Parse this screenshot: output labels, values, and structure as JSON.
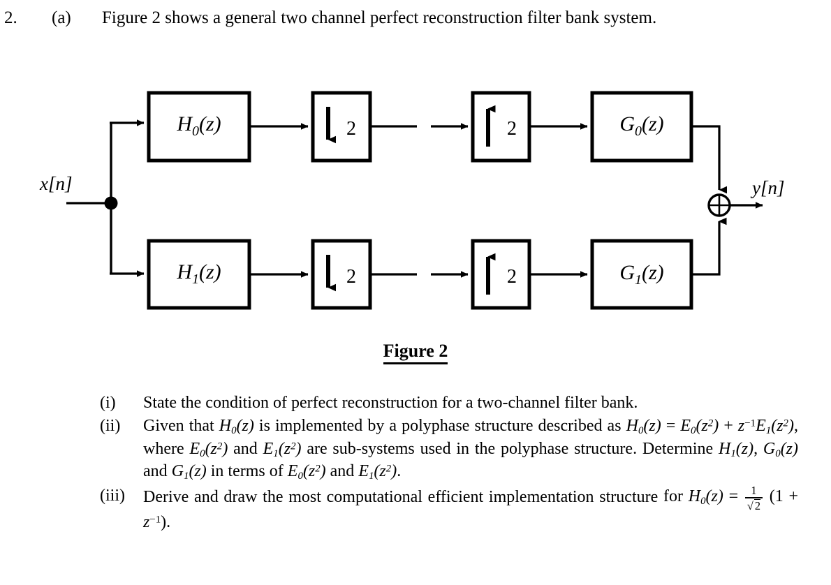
{
  "header": {
    "question_number": "2.",
    "part_label": "(a)",
    "prompt": "Figure 2 shows a general two channel perfect reconstruction filter bank system."
  },
  "figure": {
    "caption": "Figure 2",
    "input_signal": "x[n]",
    "output_signal": "y[n]",
    "adder_symbol": "⊕",
    "branch_node": "split-node",
    "blocks": [
      {
        "id": "h0",
        "label": "H",
        "subscript": "0",
        "arg": "(z)",
        "row": "top",
        "kind": "filter"
      },
      {
        "id": "d0",
        "label": "2",
        "arrow": "down",
        "row": "top",
        "kind": "downsampler"
      },
      {
        "id": "u0",
        "label": "2",
        "arrow": "up",
        "row": "top",
        "kind": "upsampler"
      },
      {
        "id": "g0",
        "label": "G",
        "subscript": "0",
        "arg": "(z)",
        "row": "top",
        "kind": "filter"
      },
      {
        "id": "h1",
        "label": "H",
        "subscript": "1",
        "arg": "(z)",
        "row": "bottom",
        "kind": "filter"
      },
      {
        "id": "d1",
        "label": "2",
        "arrow": "down",
        "row": "bottom",
        "kind": "downsampler"
      },
      {
        "id": "u1",
        "label": "2",
        "arrow": "up",
        "row": "bottom",
        "kind": "upsampler"
      },
      {
        "id": "g1",
        "label": "G",
        "subscript": "1",
        "arg": "(z)",
        "row": "bottom",
        "kind": "filter"
      }
    ],
    "stroke_color": "#000000",
    "fill_color": "#ffffff"
  },
  "subquestions": [
    {
      "marker": "(i)",
      "text": "State the condition of perfect reconstruction for a two-channel filter bank."
    },
    {
      "marker": "(ii)",
      "text": "Given that H0(z) is implemented by a polyphase structure described as H0(z) = E0(z2) + z−1E1(z2), where E0(z2) and E1(z2) are sub-systems used in the polyphase structure. Determine H1(z), G0(z) and G1(z) in terms of E0(z2) and E1(z2)."
    },
    {
      "marker": "(iii)",
      "text": "Derive and draw the most computational efficient implementation structure for H0(z) = 1/√2 (1 + z−1)."
    }
  ]
}
